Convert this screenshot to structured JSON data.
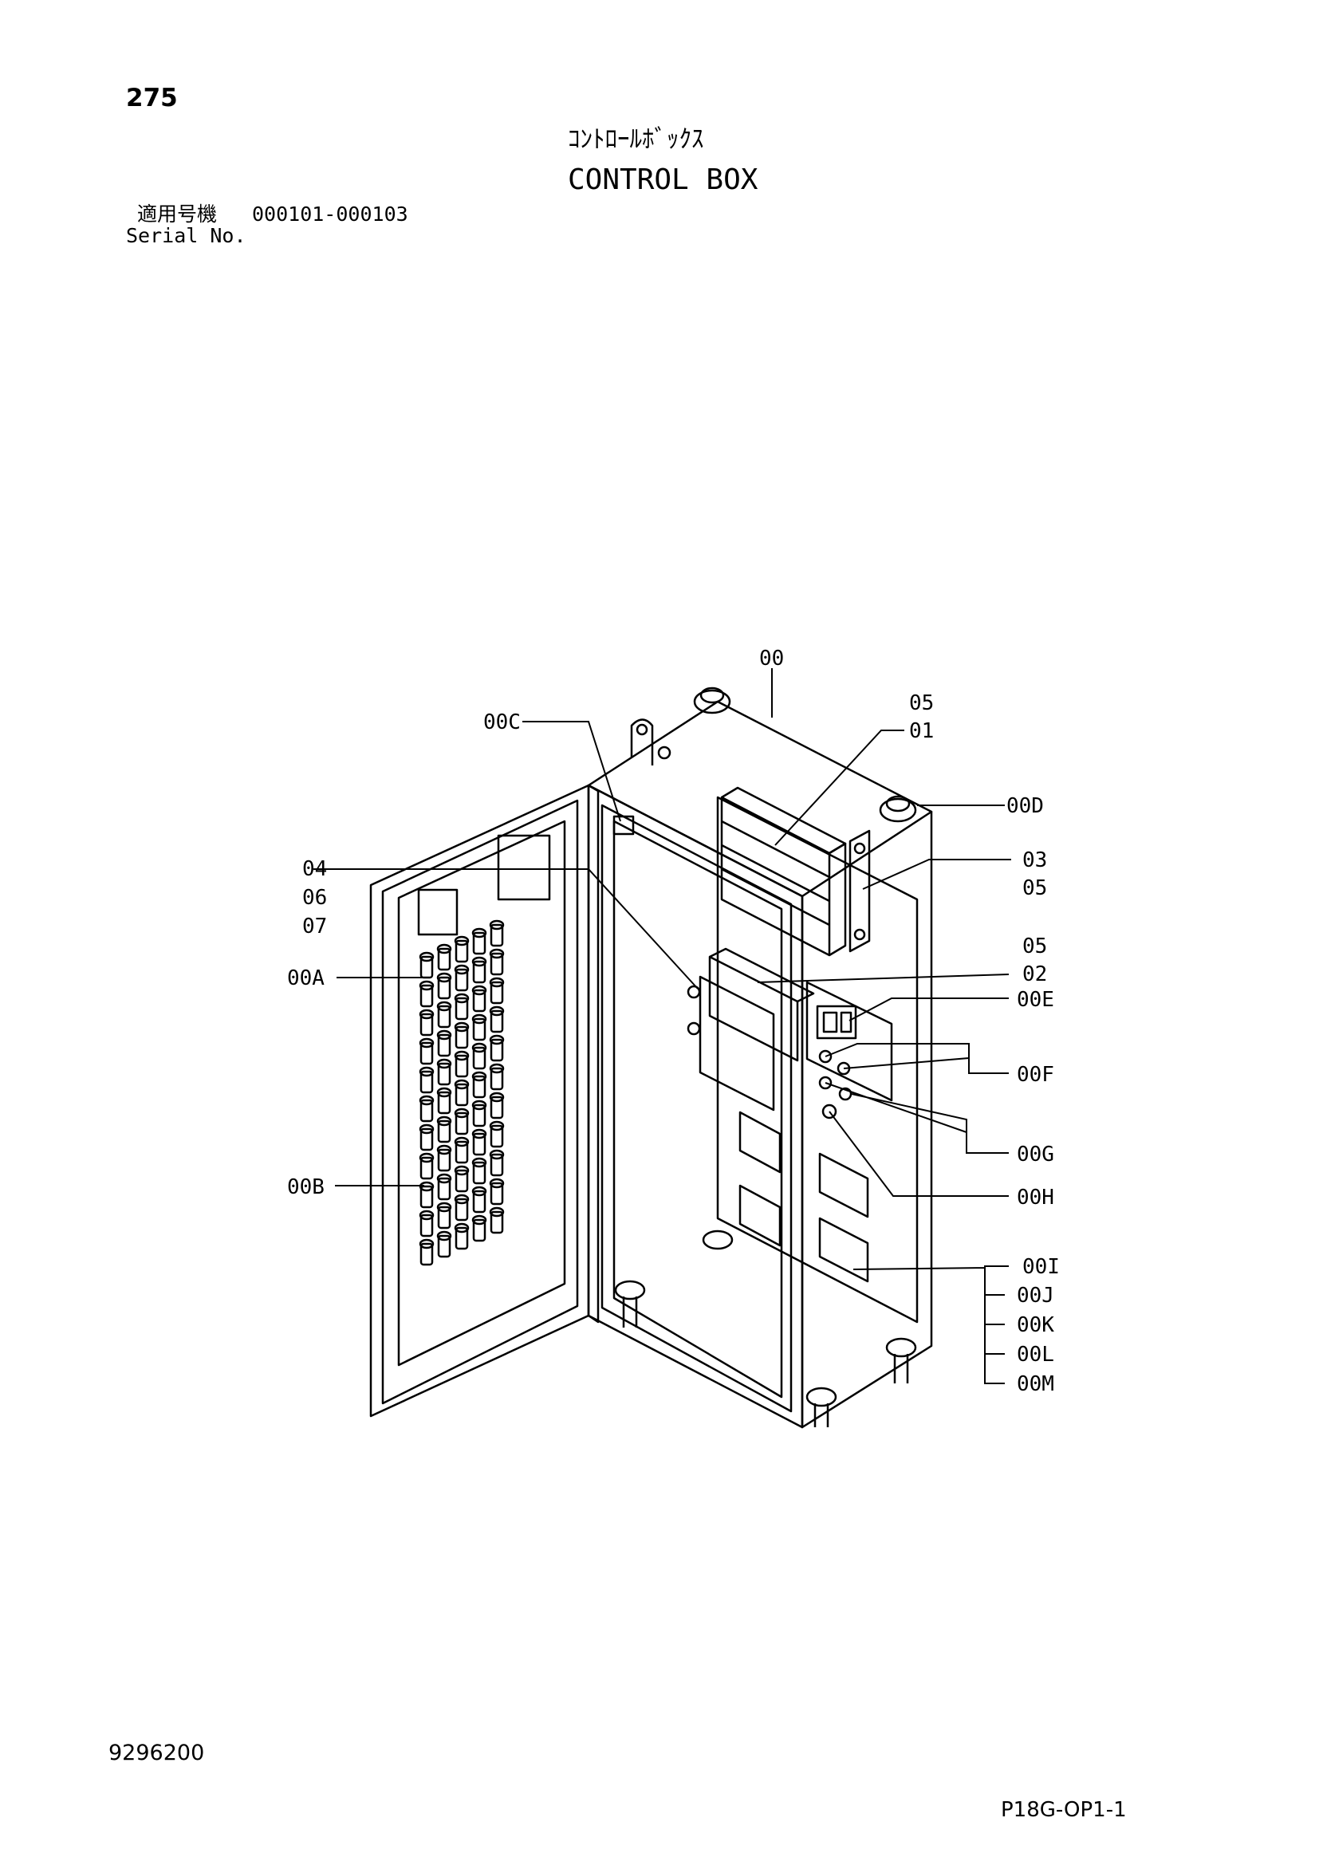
{
  "header": {
    "page_number": "275",
    "title_jp": "ｺﾝﾄﾛｰﾙﾎﾞｯｸｽ",
    "title_en": "CONTROL BOX",
    "serial_label_jp": "適用号機",
    "serial_range": "000101-000103",
    "serial_label_en": "Serial No."
  },
  "callouts": {
    "c00": "00",
    "c05a": "05",
    "c01": "01",
    "c00C": "00C",
    "c00D": "00D",
    "c04": "04",
    "c06": "06",
    "c07": "07",
    "c03": "03",
    "c05b": "05",
    "c05c": "05",
    "c02": "02",
    "c00A": "00A",
    "c00E": "00E",
    "c00F": "00F",
    "c00G": "00G",
    "c00B": "00B",
    "c00H": "00H",
    "c00I": "00I",
    "c00J": "00J",
    "c00K": "00K",
    "c00L": "00L",
    "c00M": "00M"
  },
  "footer": {
    "doc_number": "9296200",
    "page_code": "P18G-OP1-1"
  }
}
